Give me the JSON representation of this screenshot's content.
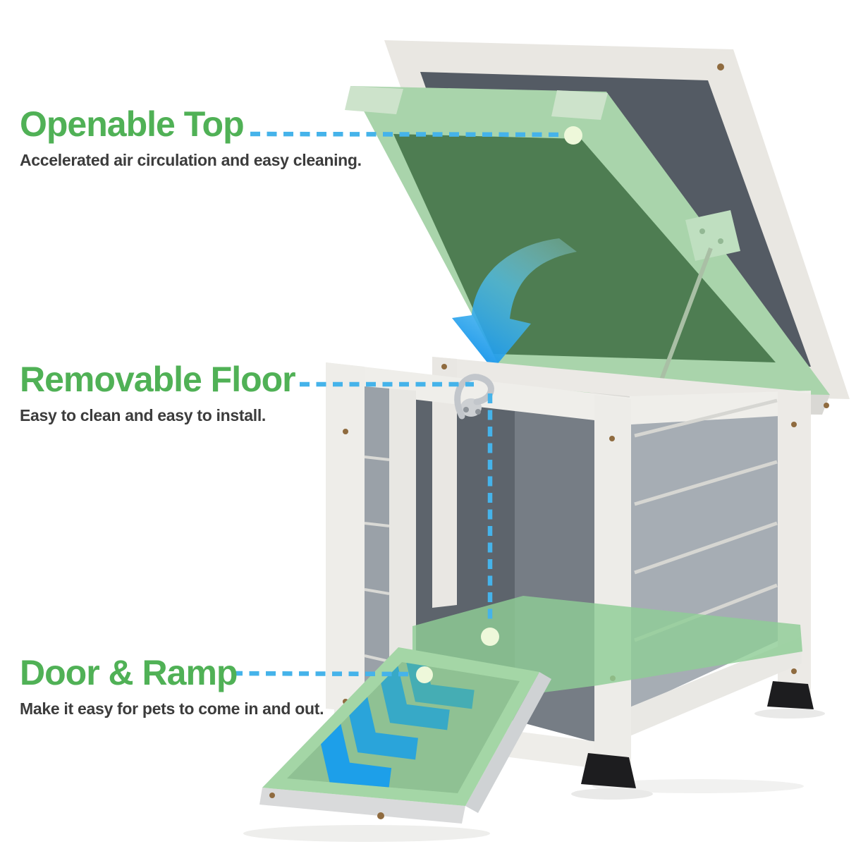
{
  "page": {
    "background": "#ffffff",
    "type": "product-feature-infographic"
  },
  "annotations": [
    {
      "title": "Openable Top",
      "subtitle": "Accelerated air circulation and easy cleaning."
    },
    {
      "title": "Removable Floor",
      "subtitle": "Easy to clean and easy to install."
    },
    {
      "title": "Door & Ramp",
      "subtitle": "Make it easy for pets to come in and out."
    }
  ],
  "colors": {
    "heading_green": "#50b156",
    "body_text": "#3c3c3c",
    "leader_blue": "#45b3ea",
    "callout_dot": "#eef8da",
    "lid_overlay": "#a9d4ab",
    "lid_overlay_inner": "#4e7d52",
    "floor_overlay": "#8fcd96",
    "ramp_frame": "#a4d6a6",
    "ramp_panel": "#8fc193",
    "chevrons": [
      "#1d9fe9",
      "#2aa4da",
      "#37a9c7",
      "#45adb4"
    ],
    "arrow_start": "#96e1f8",
    "arrow_end": "#1b98eb",
    "wood_white": "#efeeea",
    "panel_gray": "#a6adb4",
    "interior_gray": "#5d646c",
    "foot_black": "#1d1d1f"
  },
  "scene": {
    "parts": [
      "openable-lid",
      "lid-green-overlay",
      "gas-strut",
      "mounting-bracket",
      "curved-arrow",
      "latch-hook",
      "box-frame",
      "left-slat-panel",
      "right-slat-panel",
      "floor-overlay",
      "door-ramp",
      "direction-chevrons",
      "leg-feet"
    ]
  }
}
